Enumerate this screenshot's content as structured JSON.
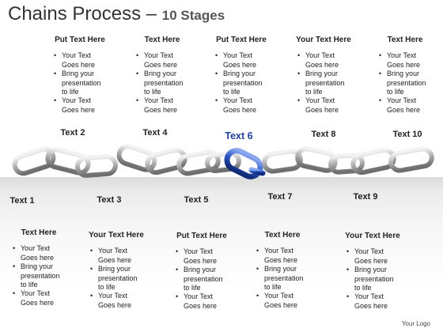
{
  "title": {
    "main": "Chains Process –",
    "stages": "10 Stages"
  },
  "top_blocks": [
    {
      "heading": "Put Text Here",
      "bullets": [
        "Your Text Goes here",
        "Bring your presentation to life",
        "Your Text Goes here"
      ]
    },
    {
      "heading": "Text Here",
      "bullets": [
        "Your Text Goes here",
        "Bring your presentation to life",
        "Your Text Goes here"
      ]
    },
    {
      "heading": "Put Text Here",
      "bullets": [
        "Your Text Goes here",
        "Bring your presentation to life",
        "Your Text Goes here"
      ]
    },
    {
      "heading": "Your Text Here",
      "bullets": [
        "Your Text Goes here",
        "Bring your presentation to life",
        "Your Text Goes here"
      ]
    },
    {
      "heading": "Text Here",
      "bullets": [
        "Your Text Goes here",
        "Bring your presentation to life",
        "Your Text Goes here"
      ]
    }
  ],
  "bottom_blocks": [
    {
      "heading": "Text Here",
      "bullets": [
        "Your Text Goes here",
        "Bring your presentation to life",
        "Your Text Goes here"
      ]
    },
    {
      "heading": "Your Text Here",
      "bullets": [
        "Your Text Goes here",
        "Bring your presentation to life",
        "Your Text Goes here"
      ]
    },
    {
      "heading": "Put Text Here",
      "bullets": [
        "Your Text Goes here",
        "Bring your presentation to life",
        "Your Text Goes here"
      ]
    },
    {
      "heading": "Text Here",
      "bullets": [
        "Your Text Goes here",
        "Bring your presentation to life",
        "Your Text Goes here"
      ]
    },
    {
      "heading": "Your Text Here",
      "bullets": [
        "Your Text Goes here",
        "Bring your presentation to life",
        "Your Text Goes here"
      ]
    }
  ],
  "stage_labels": [
    "Text 1",
    "Text 2",
    "Text 3",
    "Text 4",
    "Text 5",
    "Text 6",
    "Text 7",
    "Text 8",
    "Text 9",
    "Text 10"
  ],
  "active_stage": "Text 6",
  "colors": {
    "chain_silver": "#b8b8b8",
    "chain_highlight": "#2b56c6",
    "active_label": "#1f3f9a"
  },
  "logo": "Your Logo"
}
